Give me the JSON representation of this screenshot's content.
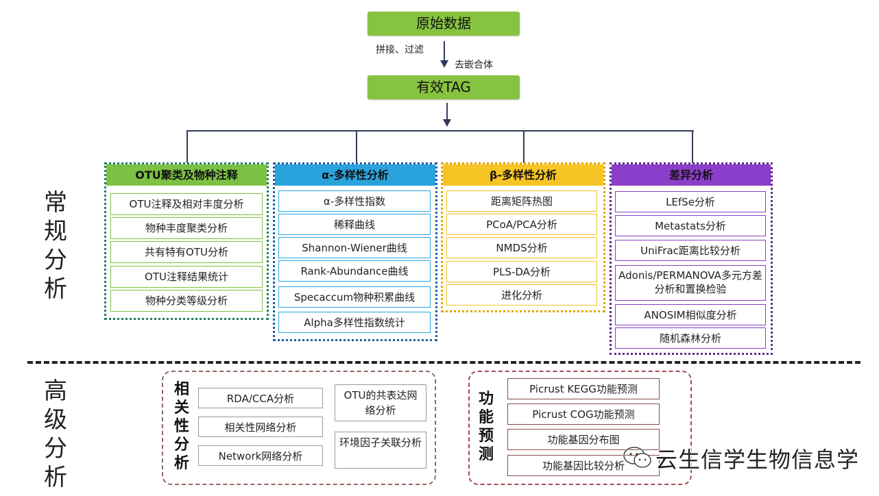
{
  "top": {
    "raw_data": "原始数据",
    "left_step": "拼接、过滤",
    "right_step": "去嵌合体",
    "valid_tag": "有效TAG"
  },
  "sections": {
    "routine": [
      "常",
      "规",
      "分",
      "析"
    ],
    "advanced": [
      "高",
      "级",
      "分",
      "析"
    ]
  },
  "columns": [
    {
      "title": "OTU聚类及物种注释",
      "color": "#7cc143",
      "items": [
        "OTU注释及相对丰度分析",
        "物种丰度聚类分析",
        "共有特有OTU分析",
        "OTU注释结果统计",
        "物种分类等级分析"
      ]
    },
    {
      "title": "α-多样性分析",
      "color": "#2aa3dc",
      "items": [
        "α-多样性指数",
        "稀释曲线",
        "Shannon-Wiener曲线",
        "Rank-Abundance曲线",
        "Specaccum物种积累曲线",
        "Alpha多样性指数统计"
      ]
    },
    {
      "title": "β-多样性分析",
      "color": "#f6c424",
      "items": [
        "距离矩阵热图",
        "PCoA/PCA分析",
        "NMDS分析",
        "PLS-DA分析",
        "进化分析"
      ]
    },
    {
      "title": "差异分析",
      "color": "#8a3ec9",
      "items": [
        "LEfSe分析",
        "Metastats分析",
        "UniFrac距离比较分析",
        "Adonis/PERMANOVA多元方差分析和置换检验",
        "ANOSIM相似度分析",
        "随机森林分析"
      ]
    }
  ],
  "correlation": {
    "label": [
      "相",
      "关",
      "性",
      "分",
      "析"
    ],
    "left_items": [
      "RDA/CCA分析",
      "相关性网络分析",
      "Network网络分析"
    ],
    "right_items": [
      "OTU的共表达网络分析",
      "环境因子关联分析"
    ]
  },
  "function": {
    "label": [
      "功",
      "能",
      "预",
      "测"
    ],
    "items": [
      "Picrust KEGG功能预测",
      "Picrust COG功能预测",
      "功能基因分布图",
      "功能基因比较分析"
    ]
  },
  "watermark": "云生信学生物信息学"
}
